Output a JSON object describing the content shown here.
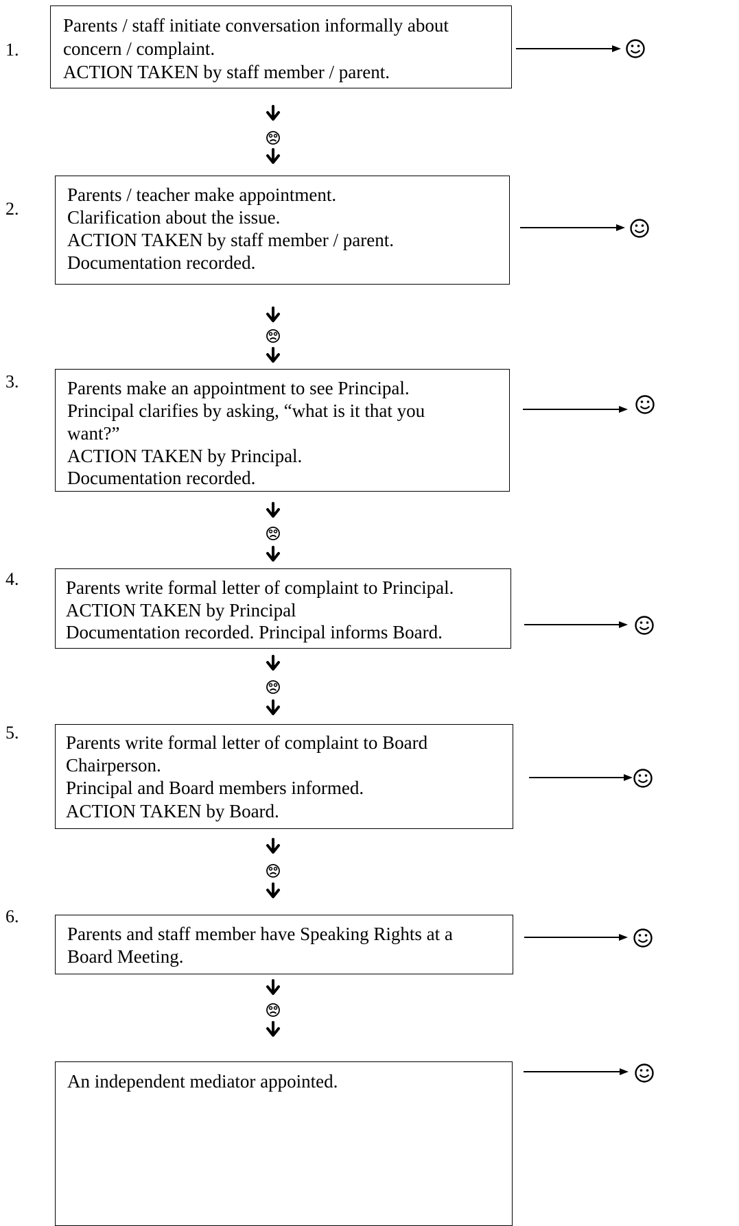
{
  "steps": [
    {
      "number": "1.",
      "lines": [
        "Parents / staff initiate conversation informally about",
        "concern / complaint.",
        "ACTION TAKEN by staff member / parent."
      ]
    },
    {
      "number": "2.",
      "lines": [
        "Parents / teacher make appointment.",
        "Clarification about the issue.",
        "ACTION TAKEN by staff member / parent.",
        "Documentation recorded."
      ]
    },
    {
      "number": "3.",
      "lines": [
        "Parents make an appointment to see Principal.",
        "Principal clarifies by asking, “what is it that you",
        "want?”",
        "ACTION TAKEN by Principal.",
        "Documentation recorded."
      ]
    },
    {
      "number": "4.",
      "lines": [
        "Parents write formal letter of complaint to Principal.",
        "ACTION TAKEN by Principal",
        "Documentation recorded. Principal informs Board."
      ]
    },
    {
      "number": "5.",
      "lines": [
        "Parents write formal letter of complaint to Board",
        "Chairperson.",
        "Principal and Board members informed.",
        "ACTION TAKEN by Board."
      ]
    },
    {
      "number": "6.",
      "lines": [
        "Parents and staff member have Speaking Rights at a",
        "Board Meeting."
      ]
    },
    {
      "number": "",
      "lines": [
        "An independent mediator appointed."
      ]
    }
  ],
  "icons": {
    "down_arrow": "down-arrow-icon",
    "unresolved": "sad-face-icon",
    "resolved": "smiley-face-icon",
    "right_arrow": "right-arrow-icon"
  },
  "colors": {
    "stroke": "#000000",
    "background": "#ffffff"
  }
}
